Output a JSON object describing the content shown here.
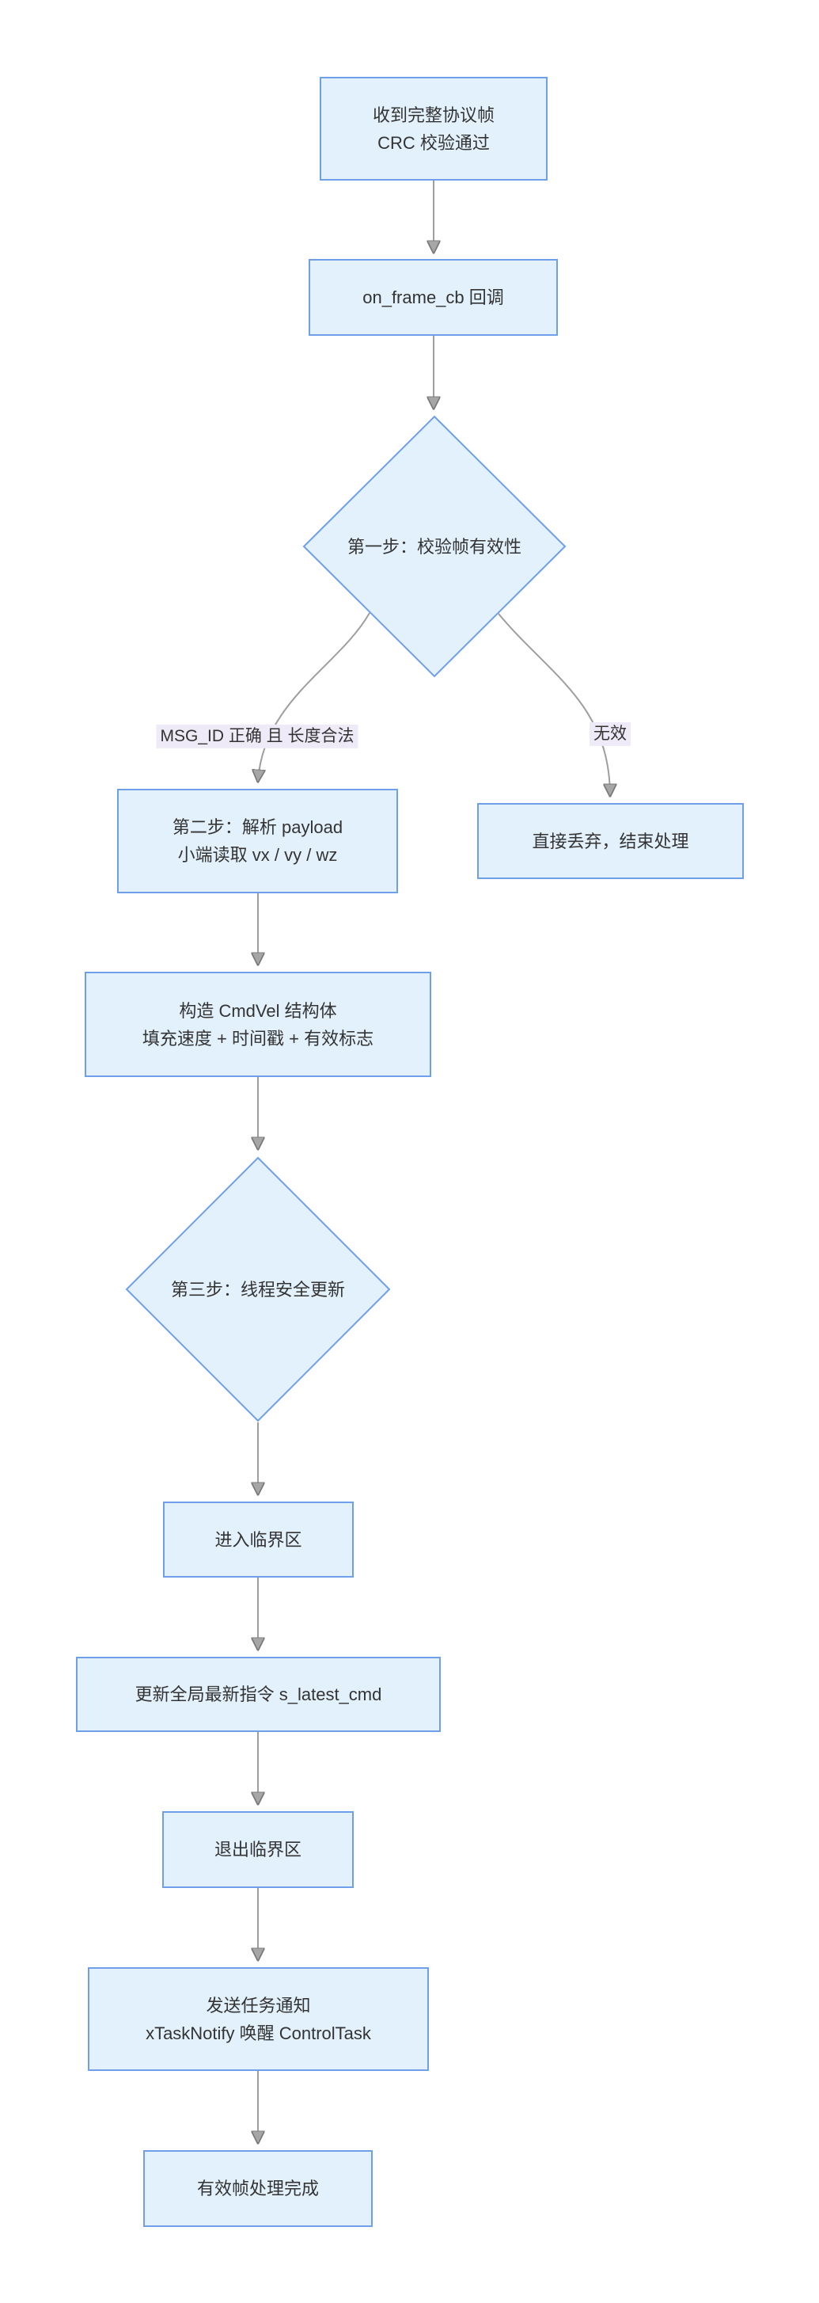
{
  "diagram": {
    "type": "flowchart",
    "direction": "top-down",
    "colors": {
      "node_fill": "#e3f1fc",
      "node_border": "#6f9fe9",
      "text": "#333333",
      "edge_line": "#9e9e9e",
      "arrowhead_fill": "#a6a6a6",
      "arrowhead_stroke": "#787878",
      "edge_label_bg": "#efeaf7",
      "background": "#ffffff"
    },
    "nodes": {
      "start": {
        "shape": "rect",
        "lines": [
          "收到完整协议帧",
          "CRC 校验通过"
        ]
      },
      "callback": {
        "shape": "rect",
        "label": "on_frame_cb 回调"
      },
      "decision1": {
        "shape": "diamond",
        "label": "第一步：校验帧有效性"
      },
      "parse": {
        "shape": "rect",
        "lines": [
          "第二步：解析 payload",
          "小端读取 vx / vy / wz"
        ]
      },
      "discard": {
        "shape": "rect",
        "label": "直接丢弃，结束处理"
      },
      "build": {
        "shape": "rect",
        "lines": [
          "构造 CmdVel 结构体",
          "填充速度 + 时间戳 + 有效标志"
        ]
      },
      "decision2": {
        "shape": "diamond",
        "label": "第三步：线程安全更新"
      },
      "enter_critical": {
        "shape": "rect",
        "label": "进入临界区"
      },
      "update_cmd": {
        "shape": "rect",
        "label": "更新全局最新指令 s_latest_cmd"
      },
      "exit_critical": {
        "shape": "rect",
        "label": "退出临界区"
      },
      "notify": {
        "shape": "rect",
        "lines": [
          "发送任务通知",
          "xTaskNotify 唤醒 ControlTask"
        ]
      },
      "done": {
        "shape": "rect",
        "label": "有效帧处理完成"
      }
    },
    "edge_labels": {
      "valid": "MSG_ID 正确 且 长度合法",
      "invalid": "无效"
    },
    "edges": [
      {
        "from": "start",
        "to": "callback"
      },
      {
        "from": "callback",
        "to": "decision1"
      },
      {
        "from": "decision1",
        "to": "parse",
        "label": "MSG_ID 正确 且 长度合法"
      },
      {
        "from": "decision1",
        "to": "discard",
        "label": "无效"
      },
      {
        "from": "parse",
        "to": "build"
      },
      {
        "from": "build",
        "to": "decision2"
      },
      {
        "from": "decision2",
        "to": "enter_critical"
      },
      {
        "from": "enter_critical",
        "to": "update_cmd"
      },
      {
        "from": "update_cmd",
        "to": "exit_critical"
      },
      {
        "from": "exit_critical",
        "to": "notify"
      },
      {
        "from": "notify",
        "to": "done"
      }
    ]
  }
}
